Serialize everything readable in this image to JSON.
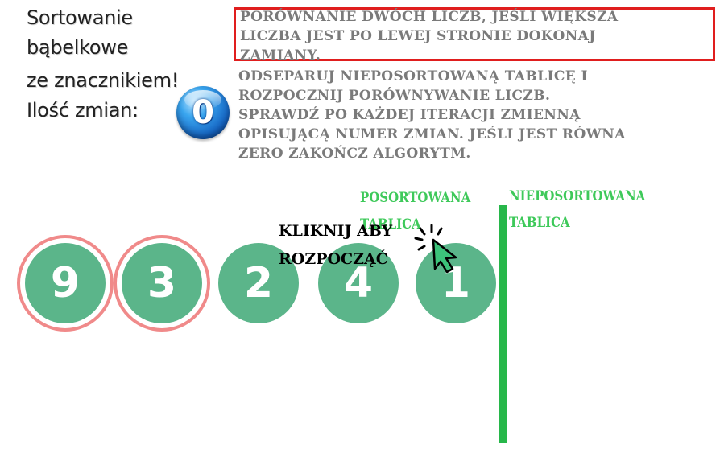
{
  "title": {
    "line1": "Sortowanie",
    "line2": "bąbelkowe",
    "line3": "ze znacznikiem!",
    "counter_label": "Ilość zmian:"
  },
  "counter": {
    "value": "0"
  },
  "instructions": {
    "compare_lines": [
      "PORÓWNANIE DWÓCH LICZB, JEŚLI WIĘKSZA",
      "LICZBA JEST PO LEWEJ STRONIE DOKONAJ",
      "ZAMIANY."
    ],
    "procedure_lines": [
      "ODSEPARUJ NIEPOSORTOWANĄ TABLICĘ I",
      "ROZPOCZNIJ PORÓWNYWANIE LICZB.",
      "SPRAWDŹ PO KAŻDEJ ITERACJI ZMIENNĄ",
      "OPISUJĄCĄ NUMER ZMIAN. JEŚLI JEST RÓWNA",
      "ZERO ZAKOŃCZ ALGORYTM."
    ]
  },
  "labels": {
    "sorted": [
      "POSORTOWANA",
      "TABLICA"
    ],
    "unsorted": [
      "NIEPOSORTOWANA",
      "TABLICA"
    ]
  },
  "start": {
    "line1": "KLIKNIJ ABY",
    "line2": "ROZPOCZĄĆ"
  },
  "array": [
    {
      "value": "9",
      "highlighted": true
    },
    {
      "value": "3",
      "highlighted": true
    },
    {
      "value": "2",
      "highlighted": false
    },
    {
      "value": "4",
      "highlighted": false
    },
    {
      "value": "1",
      "highlighted": false
    }
  ],
  "colors": {
    "ball": "#5bb58a",
    "highlight_ring": "#f08a8a",
    "divider": "#27b74a",
    "label_green": "#3ec95a",
    "box_border": "#e01e1e",
    "instruction_text": "#7a7a7a"
  },
  "icons": {
    "cursor": "click-cursor-icon",
    "badge": "counter-badge"
  }
}
